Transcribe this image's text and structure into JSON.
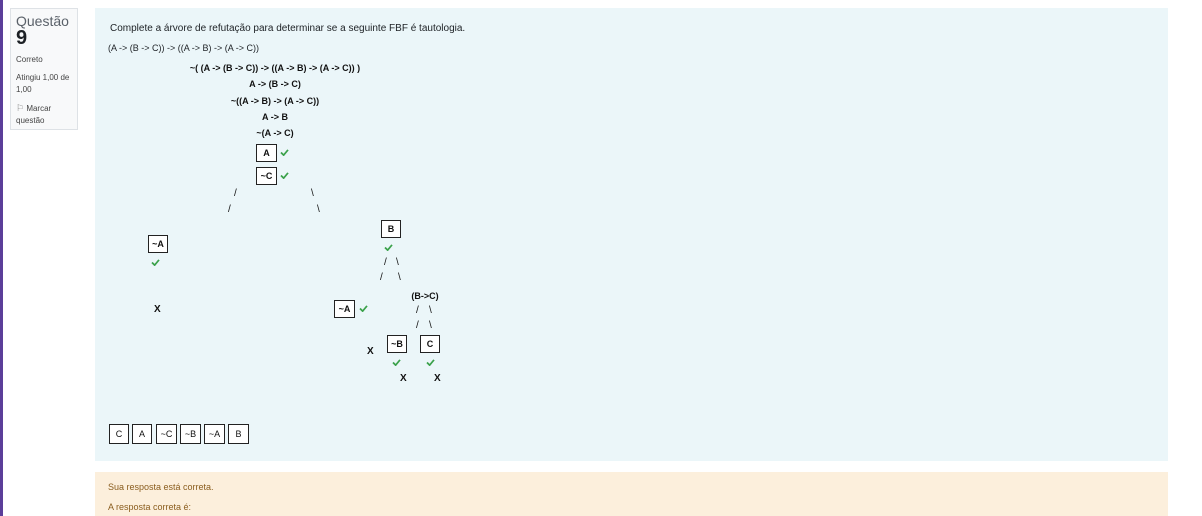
{
  "question": {
    "label": "Questão",
    "number": "9",
    "state": "Correto",
    "grade": "Atingiu 1,00 de 1,00",
    "flag_label": "Marcar questão"
  },
  "prompt": "Complete a árvore de refutação para determinar se a seguinte FBF é tautologia.",
  "formula": "(A -> (B -> C)) -> ((A -> B) -> (A -> C))",
  "tree": {
    "lines": [
      "~( (A -> (B -> C)) -> ((A -> B) -> (A -> C)) )",
      "A -> (B -> C)",
      "~((A -> B) -> (A -> C))",
      "A -> B",
      "~(A -> C)"
    ],
    "boxes": [
      "A",
      "~C",
      "~A",
      "B",
      "~A",
      "~B",
      "C"
    ],
    "subformula": "(B->C)",
    "close_mark": "X",
    "slash": "/",
    "backslash": "\\"
  },
  "palette": [
    "C",
    "A",
    "~C",
    "~B",
    "~A",
    "B"
  ],
  "feedback": {
    "status": "Sua resposta está correta.",
    "correct_answer_label": "A resposta correta é:"
  },
  "colors": {
    "accent": "#5b3e99",
    "check": "#3aa14a",
    "content_bg": "#ebf6f9",
    "feedback_bg": "#fcefdc"
  }
}
